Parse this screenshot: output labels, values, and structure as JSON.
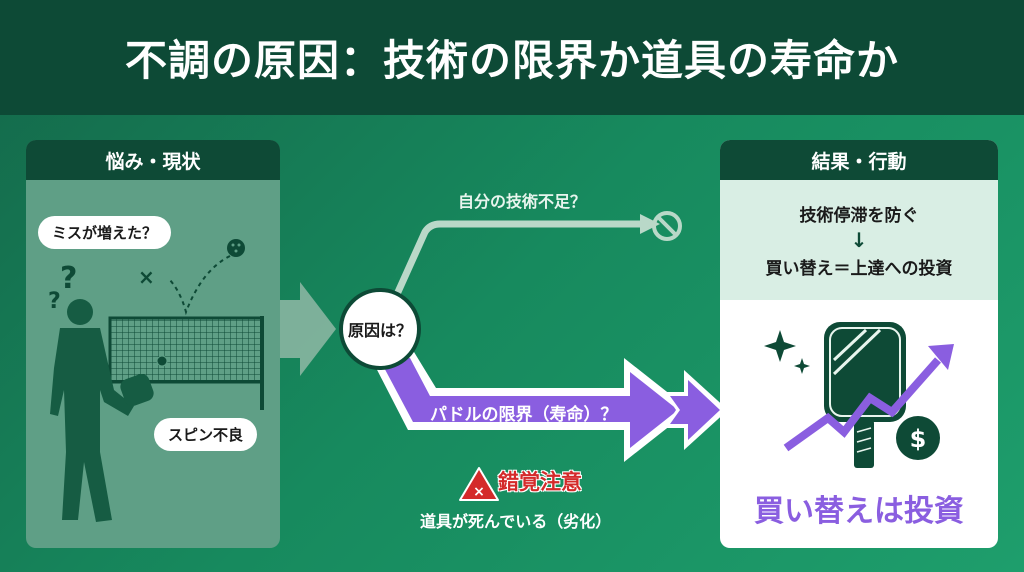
{
  "title": "不調の原因：技術の限界か道具の寿命か",
  "left_panel": {
    "heading": "悩み・現状",
    "bubble_top": "ミスが増えた？",
    "bubble_bottom": "スピン不良"
  },
  "center": {
    "node_label": "原因は？",
    "upper_branch_label": "自分の技術不足？",
    "lower_branch_label": "パドルの限界（寿命）？",
    "warning_title": "錯覚注意",
    "warning_subtitle": "道具が死んでいる（劣化）"
  },
  "right_panel": {
    "heading": "結果・行動",
    "line1": "技術停滞を防ぐ",
    "arrow": "↓",
    "line2": "買い替え＝上達への投資",
    "bottom_label": "買い替えは投資",
    "dollar": "$"
  },
  "colors": {
    "dark_green": "#0d4a36",
    "accent_purple": "#8a5ee0",
    "warning_red": "#d42a2a"
  }
}
